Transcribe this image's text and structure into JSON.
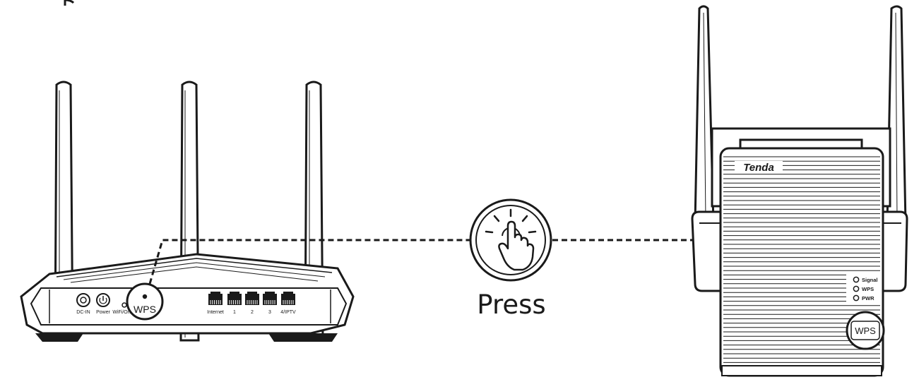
{
  "router": {
    "ports": {
      "dc_in": "DC-IN",
      "power": "Power",
      "wifi_onoff": "WiFi/On",
      "internet": "Internet",
      "lan1": "1",
      "lan2": "2",
      "lan3": "3",
      "lan4": "4/IPTV"
    },
    "wps_label": "WPS"
  },
  "action": {
    "label": "Press",
    "icon": "finger-press-icon"
  },
  "extender": {
    "brand": "Tenda",
    "indicators": {
      "signal": "Signal",
      "wps": "WPS",
      "pwr": "PWR"
    },
    "wps_label": "WPS"
  },
  "colors": {
    "line": "#1a1a1a",
    "background": "#ffffff"
  }
}
